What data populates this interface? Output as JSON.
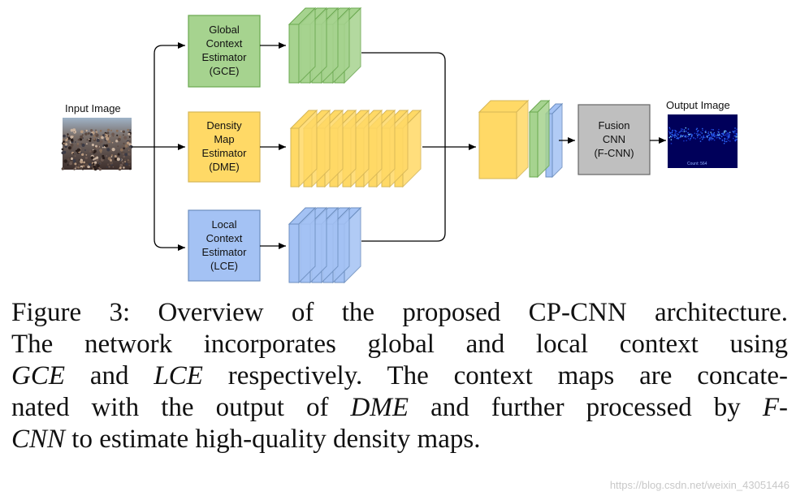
{
  "input_label": "Input Image",
  "output_label": "Output Image",
  "output_count_text": "Count: 564",
  "gce_lines": [
    "Global",
    "Context",
    "Estimator",
    "(GCE)"
  ],
  "dme_lines": [
    "Density",
    "Map",
    "Estimator",
    "(DME)"
  ],
  "lce_lines": [
    "Local",
    "Context",
    "Estimator",
    "(LCE)"
  ],
  "fcnn_lines": [
    "Fusion",
    "CNN",
    "(F-CNN)"
  ],
  "caption": {
    "l1": "Figure 3: Overview of the proposed CP-CNN architecture.",
    "l2": "The network incorporates global and local context using",
    "l3_gce": "GCE",
    "l3_and": " and ",
    "l3_lce": "LCE",
    "l3_rest": " respectively. The context maps are concate-",
    "l4_a": "nated with the output of ",
    "l4_dme": "DME",
    "l4_b": " and further processed by ",
    "l4_f": "F-",
    "l5_cnn": "CNN",
    "l5_rest": " to estimate high-quality density maps."
  },
  "watermark": "https://blog.csdn.net/weixin_43051446",
  "colors": {
    "green_fill": "#a6d38f",
    "green_stroke": "#6aa84f",
    "yellow_fill": "#ffd966",
    "yellow_stroke": "#d6b656",
    "blue_fill": "#a4c2f4",
    "blue_stroke": "#6c8ebf",
    "gray_fill": "#bfbfbf",
    "gray_stroke": "#666666"
  }
}
